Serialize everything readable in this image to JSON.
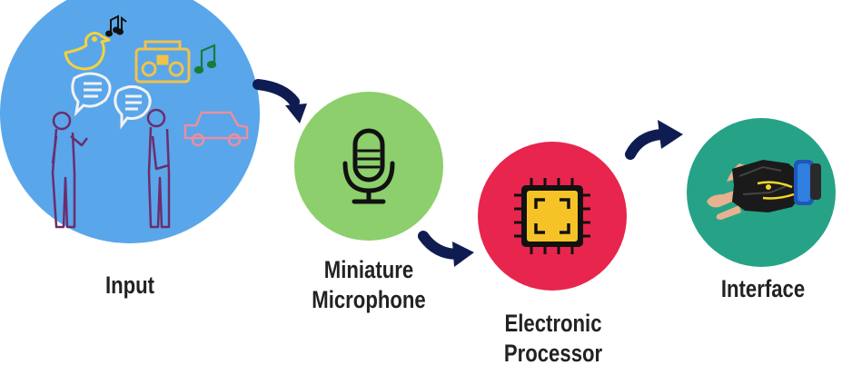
{
  "steps": {
    "input": {
      "label": "Input",
      "circle_color": "#5aa6ea",
      "icon": "people-talking-sound-sources-icon"
    },
    "microphone": {
      "label_line1": "Miniature",
      "label_line2": "Microphone",
      "circle_color": "#8ccf6c",
      "icon": "microphone-icon"
    },
    "processor": {
      "label_line1": "Electronic",
      "label_line2": "Processor",
      "circle_color": "#e8254d",
      "icon": "processor-chip-icon"
    },
    "interface": {
      "label": "Interface",
      "circle_color": "#26a387",
      "icon": "glove-hand-icon"
    }
  },
  "arrow_color": "#0f1c52",
  "arrows": [
    "curved-arrow-icon",
    "curved-arrow-icon",
    "curved-arrow-icon"
  ]
}
